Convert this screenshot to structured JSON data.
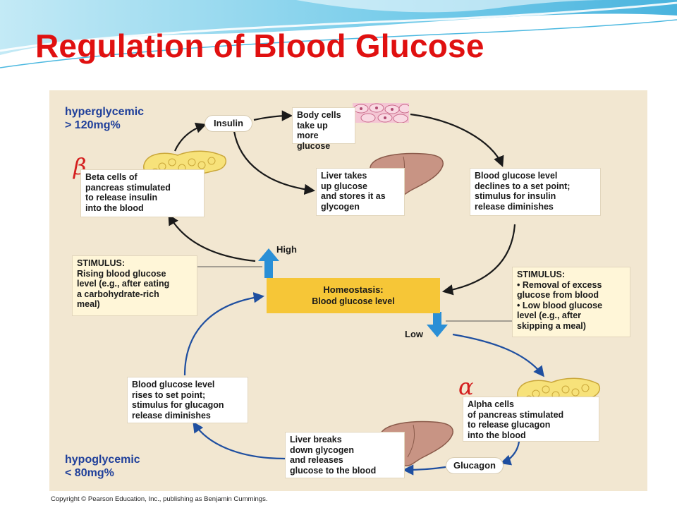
{
  "slide": {
    "title": "Regulation of Blood Glucose"
  },
  "zones": {
    "hyper_label": "hyperglycemic\n> 120mg%",
    "hypo_label": "hypoglycemic\n< 80mg%"
  },
  "greek": {
    "beta": "β",
    "alpha": "α"
  },
  "hormones": {
    "insulin": "Insulin",
    "glucagon": "Glucagon"
  },
  "boxes": {
    "body_cells": "Body cells\ntake up more\nglucose",
    "liver_takes_up": "Liver takes\nup glucose\nand stores it as\nglycogen",
    "glucose_declines": "Blood glucose level\ndeclines to a set point;\nstimulus for insulin\nrelease diminishes",
    "beta_cells": "Beta cells of\npancreas stimulated\nto release insulin\ninto the blood",
    "stimulus_high": "STIMULUS:\nRising blood glucose\nlevel (e.g., after eating\na carbohydrate-rich\nmeal)",
    "stimulus_low": "STIMULUS:\n• Removal of excess\n  glucose from blood\n• Low blood glucose\n  level (e.g., after\n  skipping a meal)",
    "glucose_rises": "Blood glucose level\nrises to set point;\nstimulus for glucagon\nrelease diminishes",
    "alpha_cells": "Alpha cells\nof pancreas stimulated\nto release glucagon\ninto the blood",
    "liver_breaks": "Liver breaks\ndown glycogen\nand releases\nglucose to the blood"
  },
  "homeostasis": {
    "heading": "Homeostasis:",
    "subtitle": "Blood glucose level"
  },
  "levels": {
    "high": "High",
    "low": "Low"
  },
  "colors": {
    "title": "#e01010",
    "panel": "#f2e7d1",
    "zone_text": "#1f3f9a",
    "upper_arrows": "#1a1a1a",
    "lower_arrows": "#1f4fa0",
    "homeostasis": "#f6c637",
    "level_arrows": "#2a8fd6"
  },
  "footer": {
    "copyright": "Copyright © Pearson Education, Inc., publishing as Benjamin Cummings."
  }
}
